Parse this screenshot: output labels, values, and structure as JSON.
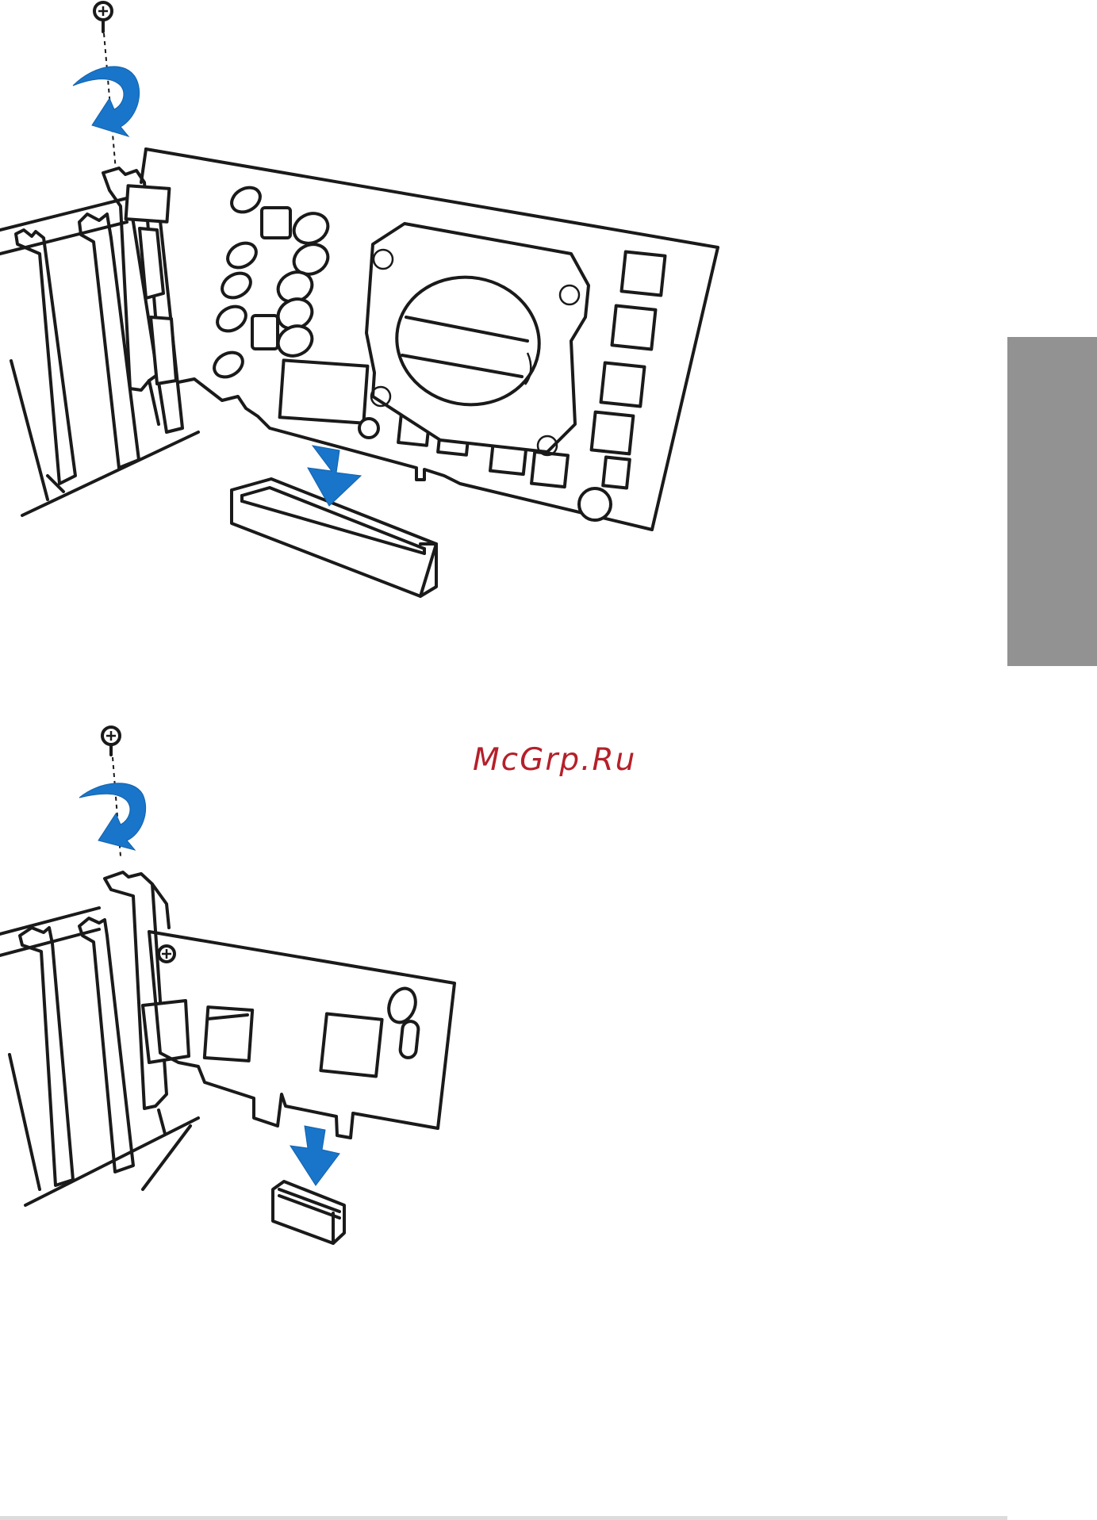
{
  "watermark": {
    "text": "McGrp.Ru",
    "color": "#b5202a"
  },
  "colors": {
    "arrow": "#1875c9",
    "side_tab": "#929292",
    "line_art": "#1a1a1a"
  },
  "illustrations": [
    {
      "id": "pcie-x16-graphics-card-install",
      "icons": [
        "screw-icon",
        "rotate-arrow-icon",
        "down-arrow-icon"
      ]
    },
    {
      "id": "pcie-x1-card-install",
      "icons": [
        "screw-icon",
        "rotate-arrow-icon",
        "down-arrow-icon"
      ]
    }
  ]
}
